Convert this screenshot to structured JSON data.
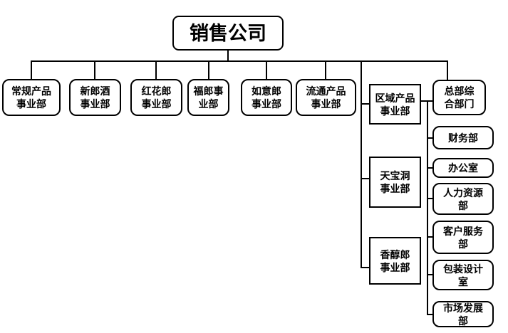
{
  "title": {
    "label": "销售公司"
  },
  "colors": {
    "line": "#000000",
    "box_background": "#ffffff",
    "page_background": "#ffffff",
    "text": "#000000"
  },
  "departments": {
    "top_row": [
      {
        "label": "常规产品\n事业部"
      },
      {
        "label": "新郎酒\n事业部"
      },
      {
        "label": "红花郎\n事业部"
      },
      {
        "label": "福郎事\n业部"
      },
      {
        "label": "如意郎\n事业部"
      },
      {
        "label": "流通产品\n事业部"
      }
    ],
    "middle_column": [
      {
        "label": "区域产品\n事业部"
      },
      {
        "label": "天宝洞\n事业部"
      },
      {
        "label": "香醇郎\n事业部"
      }
    ],
    "right_column": [
      {
        "label": "总部综\n合部门"
      },
      {
        "label": "财务部"
      },
      {
        "label": "办公室"
      },
      {
        "label": "人力资源\n部"
      },
      {
        "label": "客户服务\n部"
      },
      {
        "label": "包装设计\n室"
      },
      {
        "label": "市场发展\n部"
      }
    ]
  }
}
